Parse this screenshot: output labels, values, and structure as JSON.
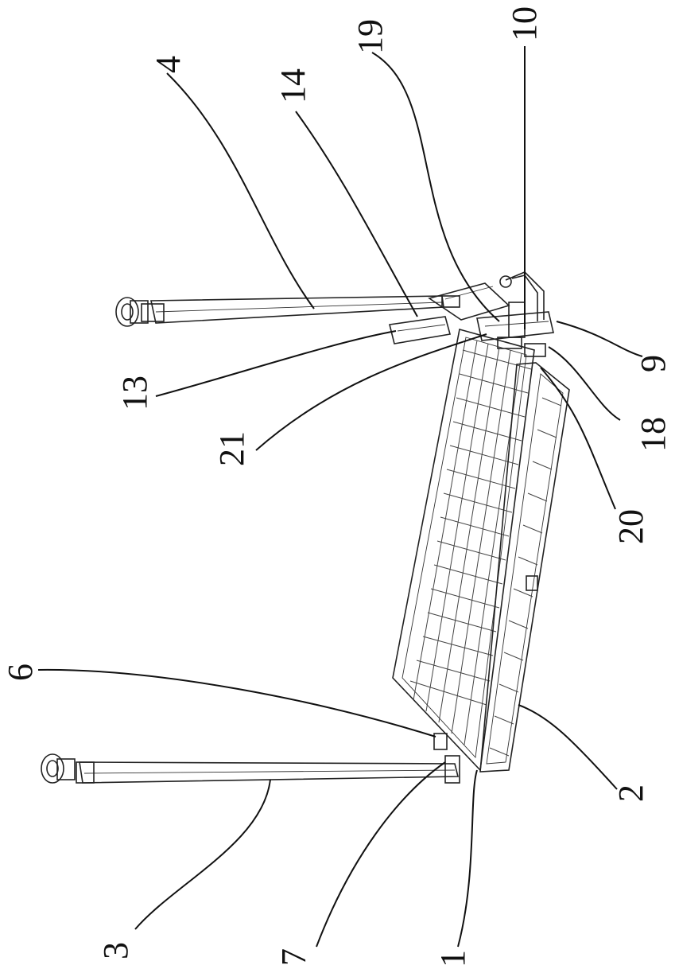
{
  "labels": {
    "l1": "1",
    "l2": "2",
    "l3": "3",
    "l4": "4",
    "l6": "6",
    "l7": "7",
    "l9": "9",
    "l10": "10",
    "l13": "13",
    "l14": "14",
    "l18": "18",
    "l19": "19",
    "l20": "20",
    "l21": "21"
  }
}
